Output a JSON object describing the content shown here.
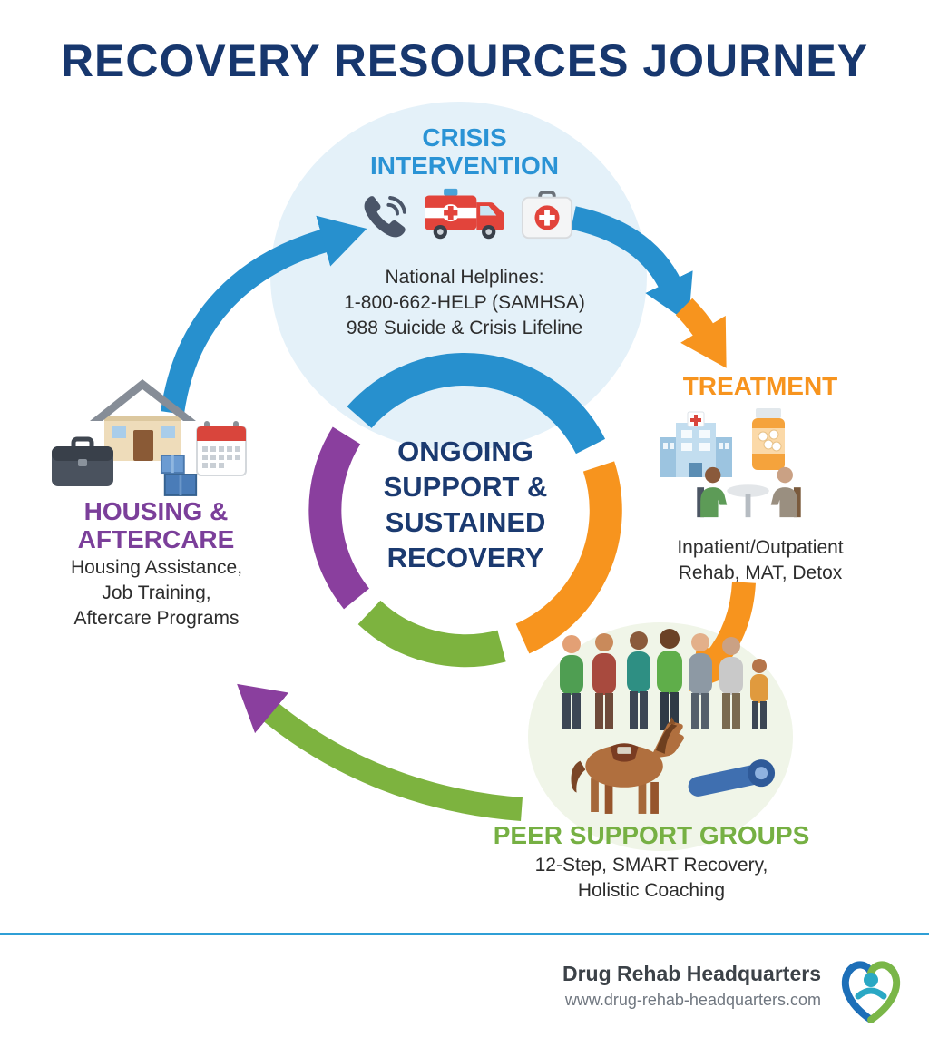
{
  "title": "RECOVERY RESOURCES JOURNEY",
  "center": {
    "lines": [
      "ONGOING",
      "SUPPORT &",
      "SUSTAINED",
      "RECOVERY"
    ]
  },
  "stages": {
    "crisis": {
      "label": "CRISIS INTERVENTION",
      "color": "#2a93d5",
      "icons": [
        "phone-icon",
        "ambulance-icon",
        "first-aid-kit-icon"
      ],
      "lines": [
        "National Helplines:",
        "1-800-662-HELP (SAMHSA)",
        "988 Suicide & Crisis Lifeline"
      ]
    },
    "treatment": {
      "label": "TREATMENT",
      "color": "#f7941e",
      "icons": [
        "hospital-icon",
        "pill-bottle-icon",
        "counseling-icon"
      ],
      "lines": [
        "Inpatient/Outpatient",
        "Rehab, MAT, Detox"
      ]
    },
    "peer": {
      "label": "PEER SUPPORT GROUPS",
      "color": "#76b043",
      "icons": [
        "support-group-icon",
        "horse-icon",
        "yoga-mat-icon"
      ],
      "lines": [
        "12-Step, SMART Recovery,",
        "Holistic Coaching"
      ]
    },
    "housing": {
      "label": "HOUSING & AFTERCARE",
      "color": "#7b3f9a",
      "icons": [
        "house-icon",
        "briefcase-icon",
        "calendar-icon",
        "moving-boxes-icon"
      ],
      "lines": [
        "Housing Assistance,",
        "Job Training,",
        "Aftercare Programs"
      ]
    }
  },
  "footer": {
    "brand": "Drug Rehab Headquarters",
    "url": "www.drug-rehab-headquarters.com"
  },
  "colors": {
    "title": "#17376e",
    "crisis_blue": "#2a93d5",
    "treatment_orange": "#f7941e",
    "peer_green": "#76b043",
    "housing_purple": "#7b3f9a",
    "ring_blue": "#2790ce",
    "ring_orange": "#f7941e",
    "ring_green": "#7db33f",
    "ring_purple": "#8a3f9e",
    "footer_line": "#2f9fd6",
    "center_text": "#1b3a70"
  }
}
